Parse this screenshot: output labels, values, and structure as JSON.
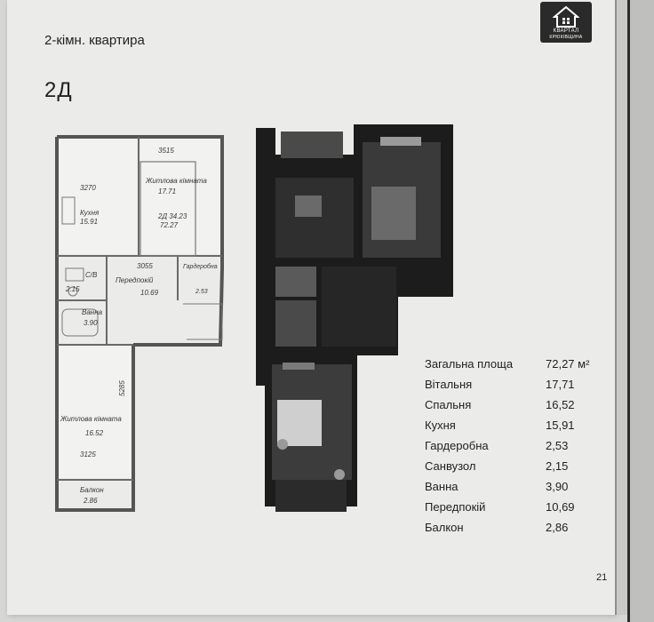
{
  "header": {
    "subtitle": "2-кімн. квартира",
    "code": "2Д",
    "logo_line1": "КВАРТАЛ",
    "logo_line2": "КРЮКІВЩИНА"
  },
  "plan_labels": {
    "kitchen": "Кухня",
    "kitchen_area": "15.91",
    "living": "Житлова кімната",
    "living_area": "17.71",
    "total_code": "2Д 34.23",
    "total_area": "72.27",
    "bathroom_su": "С/В",
    "su_area": "2.15",
    "bath": "Ванна",
    "bath_area": "3.90",
    "hall": "Передпокій",
    "hall_area": "10.69",
    "wardrobe": "Гардеробна",
    "wardrobe_area": "2.53",
    "bedroom": "Житлова кімната",
    "bedroom_area": "16.52",
    "balcony": "Балкон",
    "balcony_area": "2.86",
    "dim_3270": "3270",
    "dim_3515": "3515",
    "dim_3055": "3055",
    "dim_3125": "3125",
    "dim_5285": "5285"
  },
  "areas_table": [
    {
      "name": "Загальна площа",
      "value": "72,27 м²"
    },
    {
      "name": "Вітальня",
      "value": "17,71"
    },
    {
      "name": "Спальня",
      "value": "16,52"
    },
    {
      "name": "Кухня",
      "value": "15,91"
    },
    {
      "name": "Гардеробна",
      "value": "2,53"
    },
    {
      "name": "Санвузол",
      "value": "2,15"
    },
    {
      "name": "Ванна",
      "value": "3,90"
    },
    {
      "name": "Передпокій",
      "value": "10,69"
    },
    {
      "name": "Балкон",
      "value": "2,86"
    }
  ],
  "page_number": "21"
}
